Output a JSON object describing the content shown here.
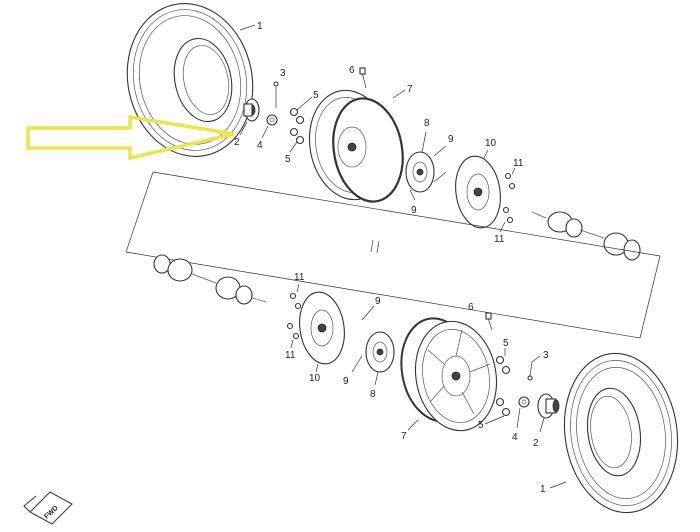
{
  "labels": {
    "tire_upper": "1",
    "bearing_upper": "2",
    "stud_upper": "3",
    "nut_upper": "4",
    "lugnut_upper_a": "5",
    "lugnut_upper_b": "5",
    "valve_upper": "6",
    "rim_upper": "7",
    "hub_upper": "8",
    "bolt_upper_a": "9",
    "bolt_upper_b": "9",
    "disc_upper": "10",
    "screw_upper_a": "11",
    "screw_upper_b": "11",
    "screw_lower_a": "11",
    "screw_lower_b": "11",
    "bolt_lower_a": "9",
    "bolt_lower_b": "9",
    "disc_lower": "10",
    "hub_lower": "8",
    "valve_lower": "6",
    "rim_lower": "7",
    "lugnut_lower_a": "5",
    "lugnut_lower_b": "5",
    "stud_lower": "3",
    "nut_lower": "4",
    "bearing_lower": "2",
    "tire_lower": "1"
  },
  "fwd_label": "FWD",
  "highlight_color": "#e9e64a"
}
